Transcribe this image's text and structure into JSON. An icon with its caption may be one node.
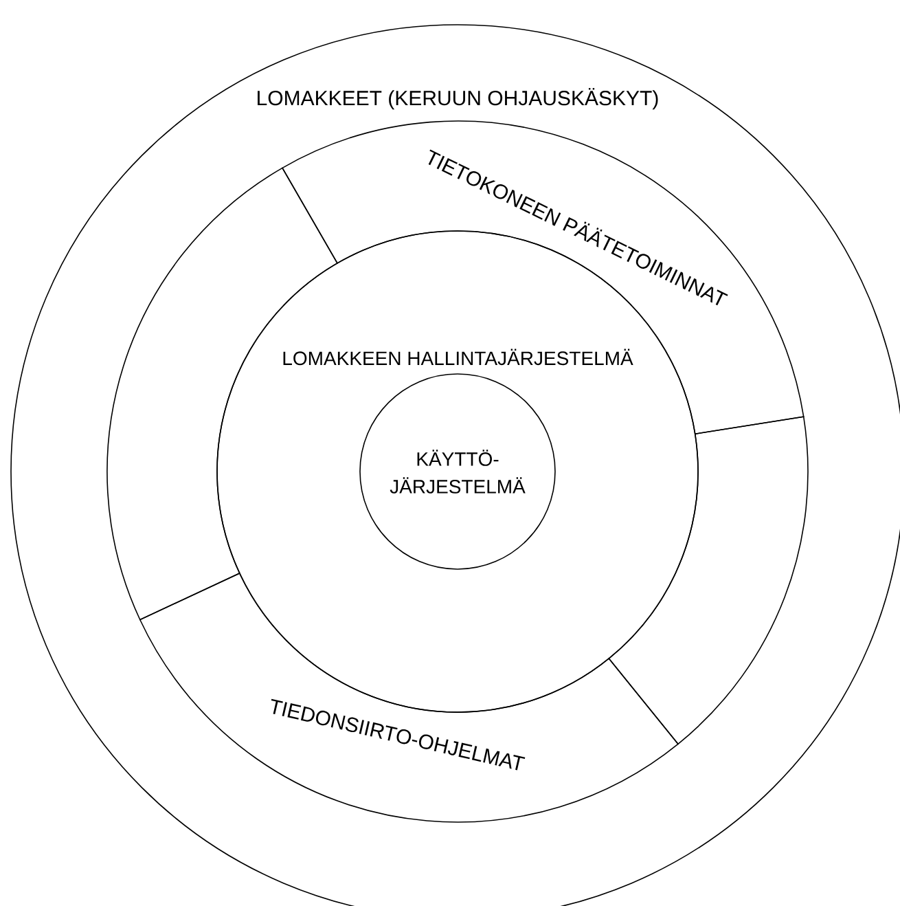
{
  "diagram": {
    "nodes": [
      {
        "text": [
          "LOMAKKEET (KERUUN OHJAUSKÄSKYT)"
        ]
      },
      {
        "text": [
          "TIETOKONEEN PÄÄTETOIMINNAT"
        ],
        "in": 0
      },
      {
        "text": [],
        "shape": "band",
        "in": 0
      },
      {
        "text": [],
        "shape": "band",
        "in": 0
      },
      {
        "text": [
          "LOMAKKEEN HALLINTAJÄRJESTELMÄ"
        ],
        "in": 0
      },
      {
        "text": [
          "KÄYTTÖ- JÄRJESTELMÄ"
        ],
        "in": 4
      },
      {
        "text": [
          "TIEDONSIIRTO-OHJELMAT"
        ],
        "in": 0
      }
    ]
  }
}
